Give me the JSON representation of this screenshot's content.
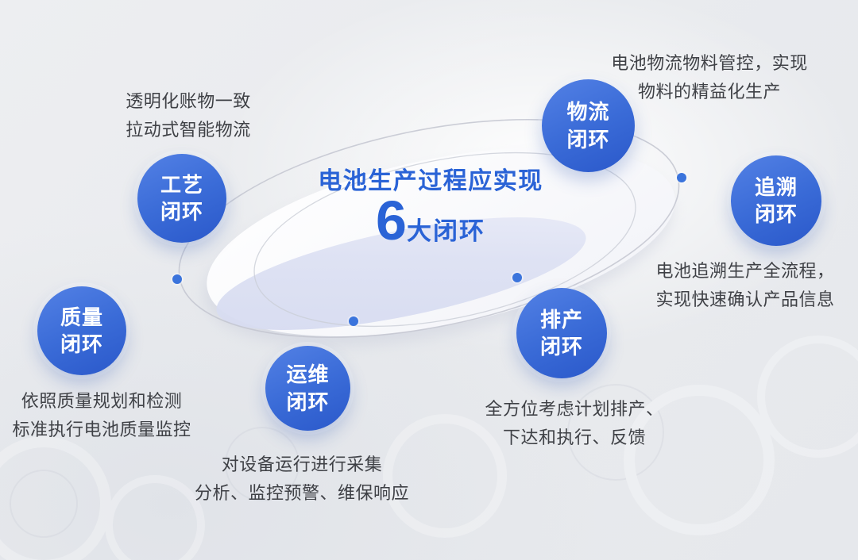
{
  "title": {
    "line1": "电池生产过程应实现",
    "big_number": "6",
    "suffix": "大闭环"
  },
  "nodes": [
    {
      "id": "process",
      "label": "工艺闭环",
      "desc": [
        "透明化账物一致",
        "拉动式智能物流"
      ]
    },
    {
      "id": "logistics",
      "label": "物流闭环",
      "desc": [
        "电池物流物料管控，实现",
        "物料的精益化生产"
      ]
    },
    {
      "id": "trace",
      "label": "追溯闭环",
      "desc": [
        "电池追溯生产全流程，",
        "实现快速确认产品信息"
      ]
    },
    {
      "id": "quality",
      "label": "质量闭环",
      "desc": [
        "依照质量规划和检测",
        "标准执行电池质量监控"
      ]
    },
    {
      "id": "ops",
      "label": "运维闭环",
      "desc": [
        "对设备运行进行采集",
        "分析、监控预警、维保响应"
      ]
    },
    {
      "id": "schedule",
      "label": "排产闭环",
      "desc": [
        "全方位考虑计划排产、",
        "下达和执行、反馈"
      ]
    }
  ],
  "colors": {
    "accent_blue": "#2A63D6",
    "node_blue_top": "#5381E5",
    "node_blue_bottom": "#2A58CA",
    "orbit_dot_blue": "#3B74DC",
    "desc_text": "#3F4146",
    "inner_ellipse_lavender": "#D8DCF1",
    "background_gray": "#E9EBEE"
  }
}
